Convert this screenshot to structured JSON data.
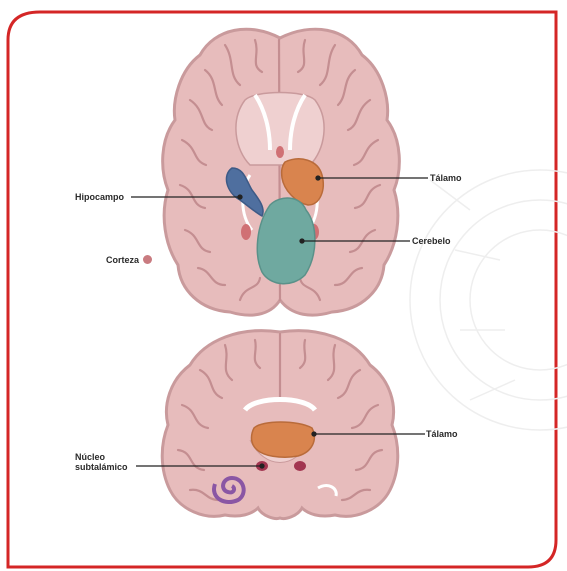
{
  "colors": {
    "frame": "#d42626",
    "brain_fill": "#e7bcbc",
    "brain_stroke": "#c99a9c",
    "gyrus_line": "#b98386",
    "white_matter": "#efd0d0",
    "hippocampus": "#4f6f9f",
    "thalamus": "#d9844e",
    "cerebellum": "#6fa9a0",
    "subthalamic_nucleus": "#a23550",
    "purple_structure": "#8a56a4",
    "corteza_dot": "#c97b80",
    "line": "#222222"
  },
  "labels": {
    "talamo_top": "Tálamo",
    "hipocampo": "Hipocampo",
    "cerebelo": "Cerebelo",
    "corteza": "Corteza",
    "talamo_bottom": "Tálamo",
    "nucleo_line1": "Núcleo",
    "nucleo_line2": "subtalámico"
  }
}
